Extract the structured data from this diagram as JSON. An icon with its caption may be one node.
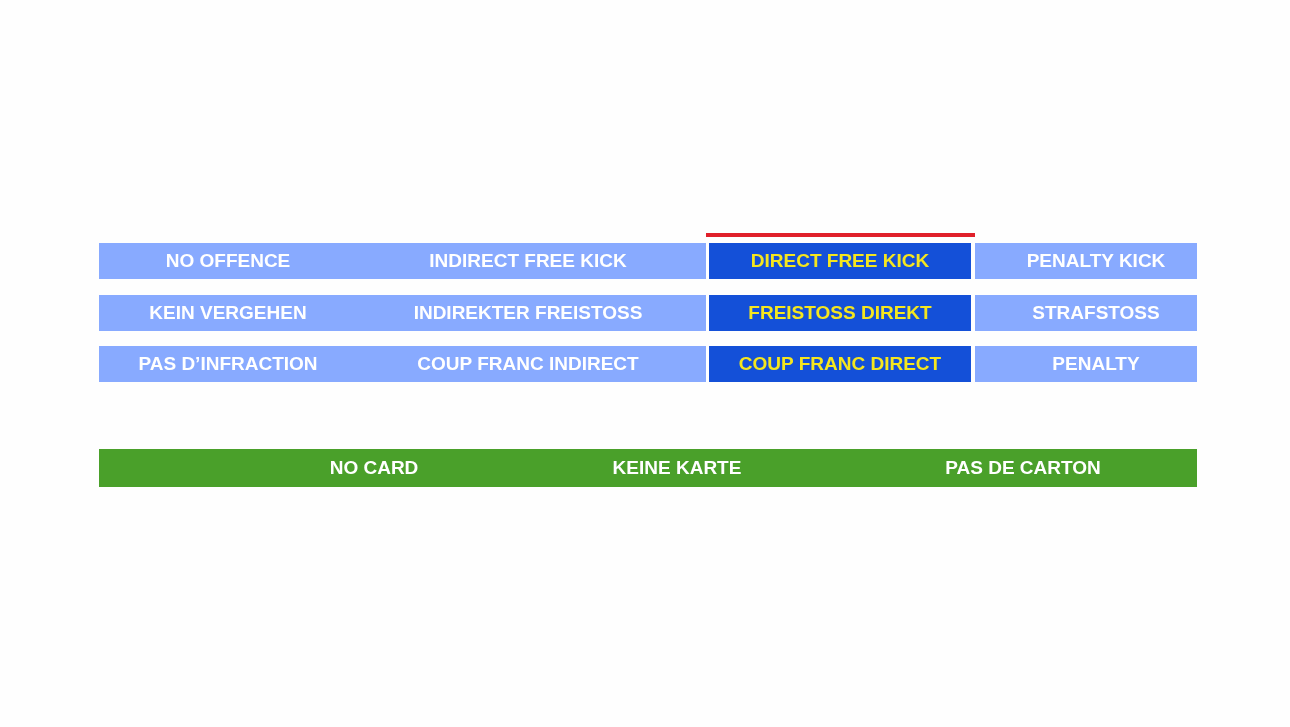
{
  "diagram": {
    "nodes": [
      {
        "text": [
          "NO OFFENCE",
          "INDIRECT FREE KICK"
        ]
      },
      {
        "text": [
          "DIRECT FREE KICK"
        ]
      },
      {
        "text": [
          "PENALTY KICK"
        ]
      },
      {
        "text": [
          "KEIN VERGEHEN",
          "INDIREKTER FREISTOSS"
        ]
      },
      {
        "text": [
          "FREISTOSS DIREKT"
        ]
      },
      {
        "text": [
          "STRAFSTOSS"
        ]
      },
      {
        "text": [
          "PAS D’INFRACTION",
          "COUP FRANC INDIRECT"
        ]
      },
      {
        "text": [
          "COUP FRANC DIRECT"
        ]
      },
      {
        "text": [
          "PENALTY"
        ]
      },
      {
        "text": [
          "NO CARD",
          "KEINE KARTE",
          "PAS DE CARTON"
        ]
      }
    ]
  }
}
